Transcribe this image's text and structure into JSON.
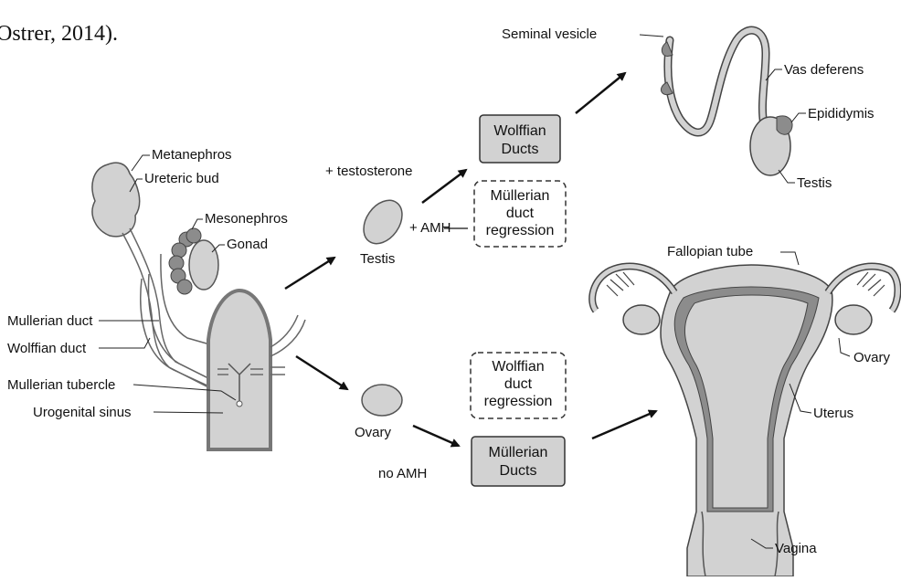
{
  "citation": "Ostrer, 2014).",
  "labels": {
    "metanephros": "Metanephros",
    "ureteric_bud": "Ureteric bud",
    "mesonephros": "Mesonephros",
    "gonad": "Gonad",
    "mullerian_duct": "Mullerian duct",
    "wolffian_duct": "Wolffian duct",
    "mullerian_tubercle": "Mullerian tubercle",
    "urogenital_sinus": "Urogenital sinus",
    "testosterone": "+ testosterone",
    "amh": "+ AMH",
    "testis_mid": "Testis",
    "ovary_mid": "Ovary",
    "no_amh": "no AMH",
    "seminal_vesicle": "Seminal vesicle",
    "vas_deferens": "Vas deferens",
    "epididymis": "Epididymis",
    "testis_right": "Testis",
    "fallopian_tube": "Fallopian tube",
    "ovary_right": "Ovary",
    "uterus": "Uterus",
    "vagina": "Vagina"
  },
  "boxes": {
    "wolffian_ducts": [
      "Wolffian",
      "Ducts"
    ],
    "mullerian_regression": [
      "Müllerian",
      "duct",
      "regression"
    ],
    "wolffian_regression": [
      "Wolffian",
      "duct",
      "regression"
    ],
    "mullerian_ducts": [
      "Müllerian",
      "Ducts"
    ]
  },
  "colors": {
    "fill_gray": "#d2d2d2",
    "dark_gray": "#8c8c8c",
    "line": "#222222"
  }
}
